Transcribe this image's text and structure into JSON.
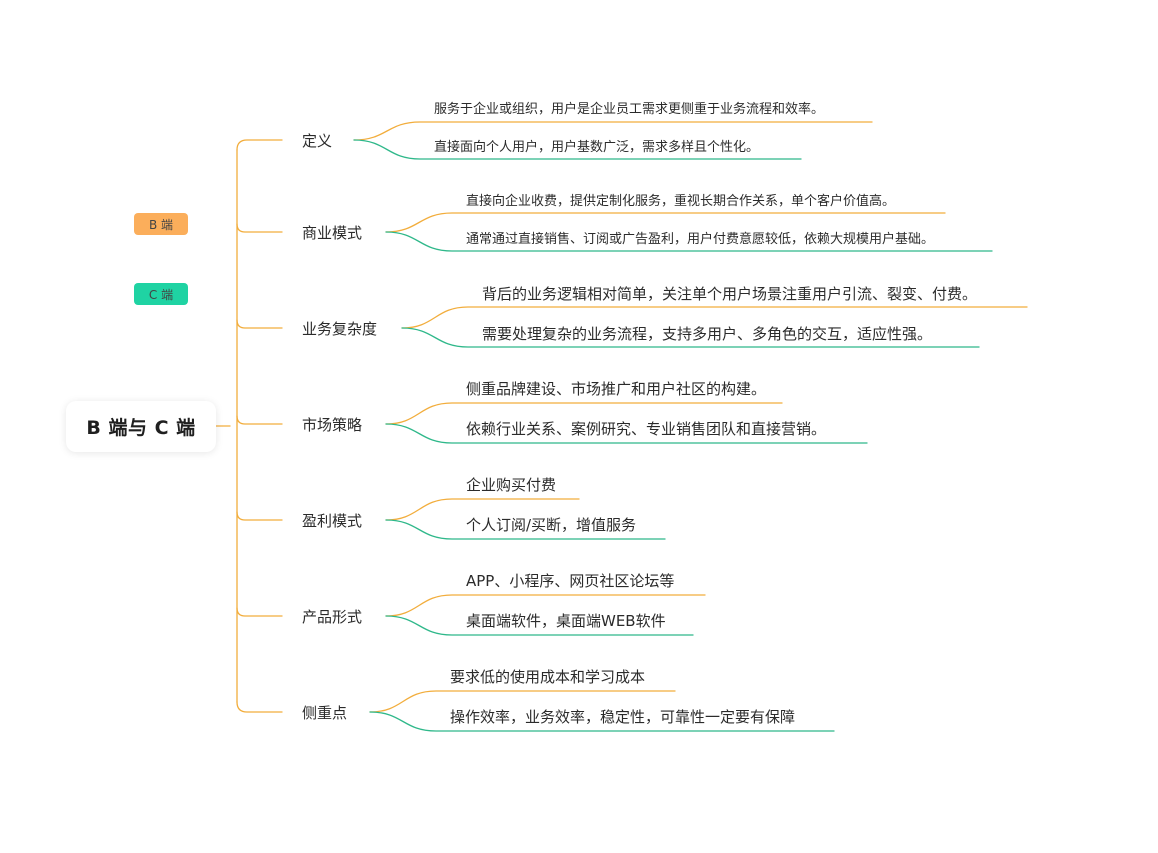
{
  "root": "B 端与 C 端",
  "legend": [
    {
      "label": "B 端",
      "color": "#fbae5b"
    },
    {
      "label": "C 端",
      "color": "#1fd3a3"
    }
  ],
  "colors": {
    "b_line": "#f2ad3c",
    "c_line": "#2fb88a",
    "trunk": "#f2ad3c"
  },
  "branches": [
    {
      "label": "定义",
      "leaves": [
        "服务于企业或组织，用户是企业员工需求更侧重于业务流程和效率。",
        "直接面向个人用户，用户基数广泛，需求多样且个性化。"
      ]
    },
    {
      "label": "商业模式",
      "leaves": [
        "直接向企业收费，提供定制化服务，重视长期合作关系，单个客户价值高。",
        "通常通过直接销售、订阅或广告盈利，用户付费意愿较低，依赖大规模用户基础。"
      ]
    },
    {
      "label": "业务复杂度",
      "leaves": [
        "背后的业务逻辑相对简单，关注单个用户场景注重用户引流、裂变、付费。",
        "需要处理复杂的业务流程，支持多用户、多角色的交互，适应性强。"
      ]
    },
    {
      "label": "市场策略",
      "leaves": [
        "侧重品牌建设、市场推广和用户社区的构建。",
        "依赖行业关系、案例研究、专业销售团队和直接营销。"
      ]
    },
    {
      "label": "盈利模式",
      "leaves": [
        "企业购买付费",
        "个人订阅/买断，增值服务"
      ]
    },
    {
      "label": "产品形式",
      "leaves": [
        "APP、小程序、网页社区论坛等",
        "桌面端软件，桌面端WEB软件"
      ]
    },
    {
      "label": "侧重点",
      "leaves": [
        "要求低的使用成本和学习成本",
        "操作效率，业务效率，稳定性，可靠性一定要有保障"
      ]
    }
  ]
}
